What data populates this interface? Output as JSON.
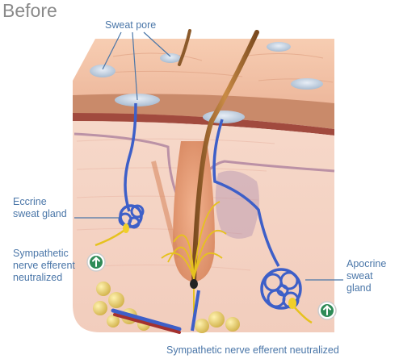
{
  "title": "Before",
  "labels": {
    "sweat_pore": "Sweat pore",
    "eccrine": [
      "Eccrine",
      "sweat gland"
    ],
    "sympathetic_left": [
      "Sympathetic",
      "nerve efferent",
      "neutralized"
    ],
    "apocrine": [
      "Apocrine",
      "sweat",
      "gland"
    ],
    "sympathetic_bottom": "Sympathetic nerve efferent neutralized"
  },
  "icons": {
    "badge": "arrow-up-circle-icon"
  },
  "colors": {
    "label_text": "#4a76a8",
    "title_text": "#8a8a8a",
    "badge_fill": "#2e8b57",
    "nerve": "#e6c21e",
    "duct": "#3d5fc8"
  }
}
